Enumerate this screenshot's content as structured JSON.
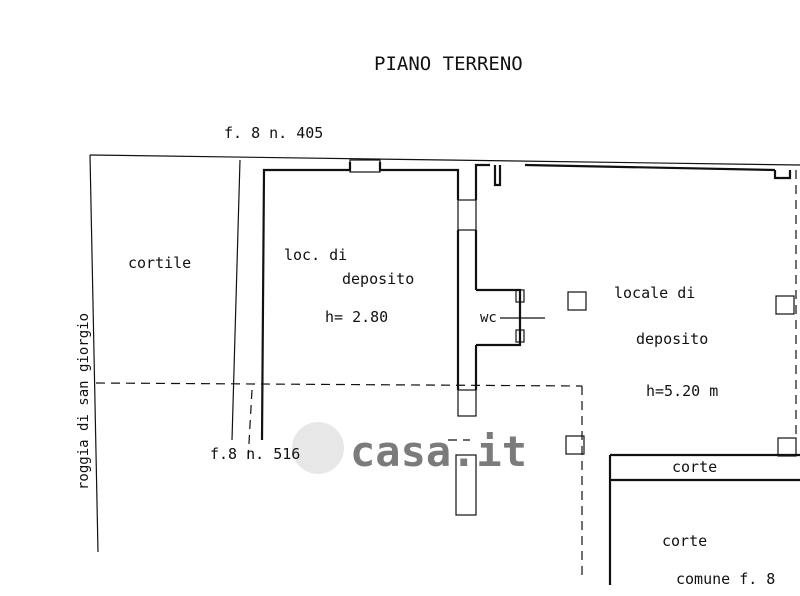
{
  "title": "PIANO TERRENO",
  "labels": {
    "parcel_top": "f. 8 n. 405",
    "parcel_bottom": "f.8 n. 516",
    "roggia": "roggia di san giorgio",
    "cortile": "cortile",
    "room1_line1": "loc. di",
    "room1_line2": "deposito",
    "room1_height": "h= 2.80",
    "wc": "wc",
    "room2_line1": "locale di",
    "room2_line2": "deposito",
    "room2_height": "h=5.20 m",
    "corte_strip": "corte",
    "corte_lower": "corte",
    "comune": "comune  f. 8"
  },
  "watermark": "casa.it"
}
